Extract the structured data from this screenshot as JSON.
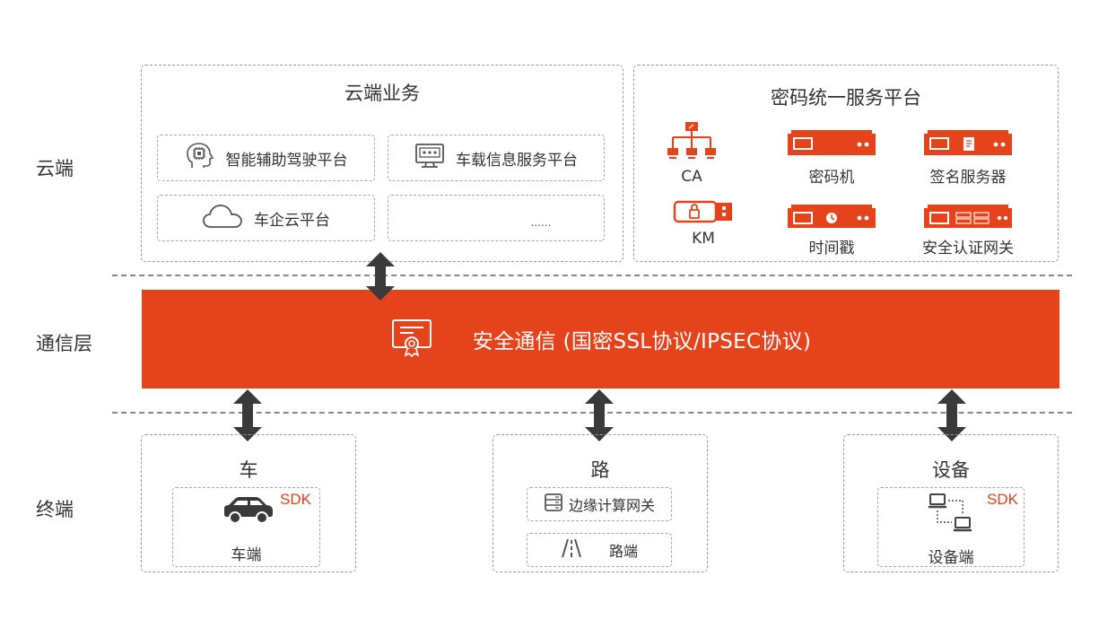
{
  "layers": {
    "cloud": "云端",
    "comm": "通信层",
    "terminal": "终端"
  },
  "cloud_business": {
    "title": "云端业务",
    "items": [
      "智能辅助驾驶平台",
      "车载信息服务平台",
      "车企云平台",
      "......"
    ]
  },
  "crypto_platform": {
    "title": "密码统一服务平台",
    "devices": [
      "CA",
      "密码机",
      "签名服务器",
      "KM",
      "时间戳",
      "安全认证网关"
    ]
  },
  "secure_comm": {
    "label": "安全通信 (国密SSL协议/IPSEC协议)"
  },
  "terminals": {
    "car": {
      "title": "车",
      "item": "车端",
      "sdk": "SDK"
    },
    "road": {
      "title": "路",
      "items": [
        "边缘计算网关",
        "路端"
      ]
    },
    "device": {
      "title": "设备",
      "item": "设备端",
      "sdk": "SDK"
    }
  },
  "colors": {
    "accent": "#e4431b",
    "text": "#333333",
    "arrow": "#3a3a3a",
    "dash": "#9a9a9a"
  }
}
